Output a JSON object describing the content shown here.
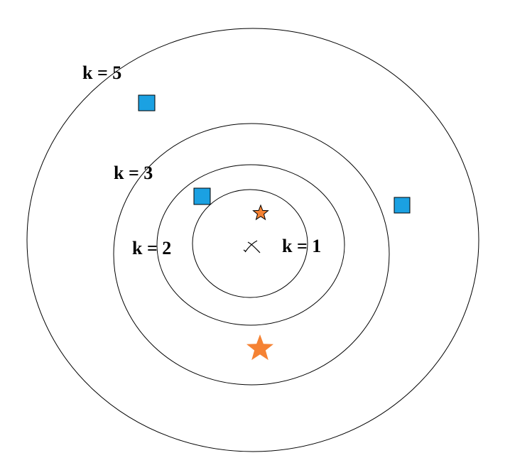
{
  "diagram": {
    "rings": [
      {
        "k": 1,
        "label": "k = 1"
      },
      {
        "k": 2,
        "label": "k = 2"
      },
      {
        "k": 3,
        "label": "k = 3"
      },
      {
        "k": 5,
        "label": "k = 5"
      }
    ],
    "markers": {
      "query": {
        "shape": "x-mark",
        "icon": "query-point-icon"
      },
      "class_a": {
        "shape": "star",
        "color": "#F58233"
      },
      "class_b": {
        "shape": "square",
        "color": "#1BA1E2"
      }
    },
    "points": [
      {
        "class": "class_a",
        "shape": "star",
        "size": "small"
      },
      {
        "class": "class_a",
        "shape": "star",
        "size": "large"
      },
      {
        "class": "class_b",
        "shape": "square"
      },
      {
        "class": "class_b",
        "shape": "square"
      },
      {
        "class": "class_b",
        "shape": "square"
      }
    ]
  }
}
